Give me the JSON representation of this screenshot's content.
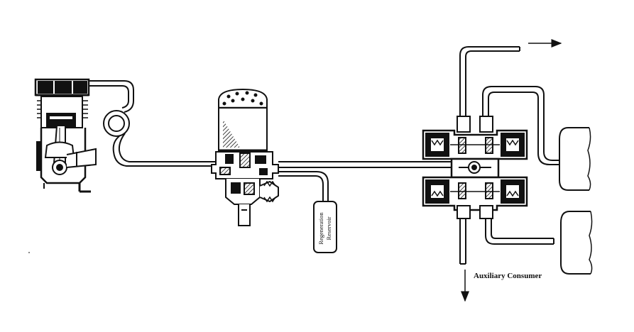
{
  "labels": {
    "regeneration_reservoir_line1": "Regeneration",
    "regeneration_reservoir_line2": "Reservoir",
    "auxiliary_consumer": "Auxiliary Consumer"
  },
  "colors": {
    "ink": "#111111",
    "background": "#ffffff"
  }
}
